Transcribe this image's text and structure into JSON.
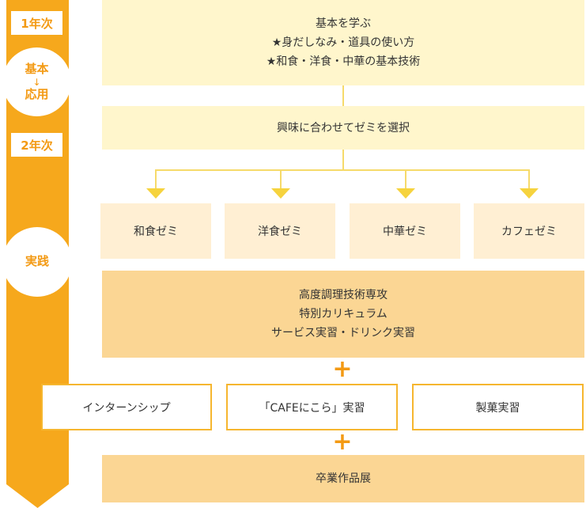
{
  "timeline": {
    "year1": "1年次",
    "year2": "2年次",
    "phase1_top": "基本",
    "phase1_arrow": "↓",
    "phase1_bottom": "応用",
    "phase2": "実践",
    "color": "#f6a81c"
  },
  "basics": {
    "title": "基本を学ぶ",
    "line1": "★身だしなみ・道具の使い方",
    "line2": "★和食・洋食・中華の基本技術"
  },
  "select": "興味に合わせてゼミを選択",
  "zemi": [
    "和食ゼミ",
    "洋食ゼミ",
    "中華ゼミ",
    "カフェゼミ"
  ],
  "advanced": {
    "line1": "高度調理技術専攻",
    "line2": "特別カリキュラム",
    "line3": "サービス実習・ドリンク実習"
  },
  "plus": "+",
  "practice": [
    "インターンシップ",
    "「CAFEにこら」実習",
    "製菓実習"
  ],
  "graduation": "卒業作品展"
}
